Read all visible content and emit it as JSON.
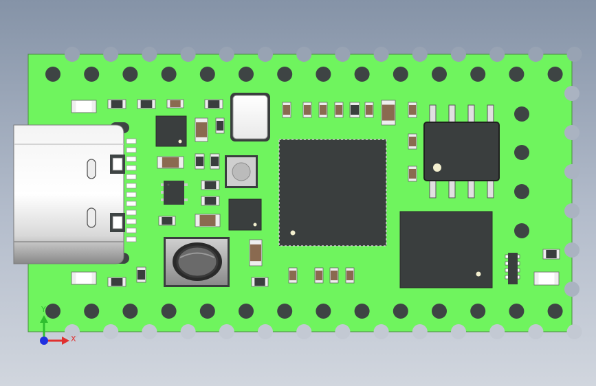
{
  "viewport": {
    "background_top": "#8593a7",
    "background_bottom": "#d1d6de"
  },
  "board": {
    "pcb_color": "#6ff45e",
    "hole_color": "#3e4444",
    "edge_color": "#4a8a40"
  },
  "components": {
    "usb_connector": "usb-c-connector",
    "mcu": "qfn-microcontroller",
    "flash": "soic8-flash-chip",
    "crystal": "crystal-oscillator",
    "reset_button": "tactile-push-button",
    "regulator": "sot23-5-regulator",
    "power_module": "power-module",
    "small_ic_a": "small-qfn-ic-a",
    "small_ic_b": "small-qfn-ic-b",
    "resistor_array": "resistor-array"
  },
  "triad": {
    "x_label": "X",
    "y_label": "Y",
    "x_color": "#e03030",
    "y_color": "#2fbf2f",
    "z_color": "#2030e0"
  }
}
